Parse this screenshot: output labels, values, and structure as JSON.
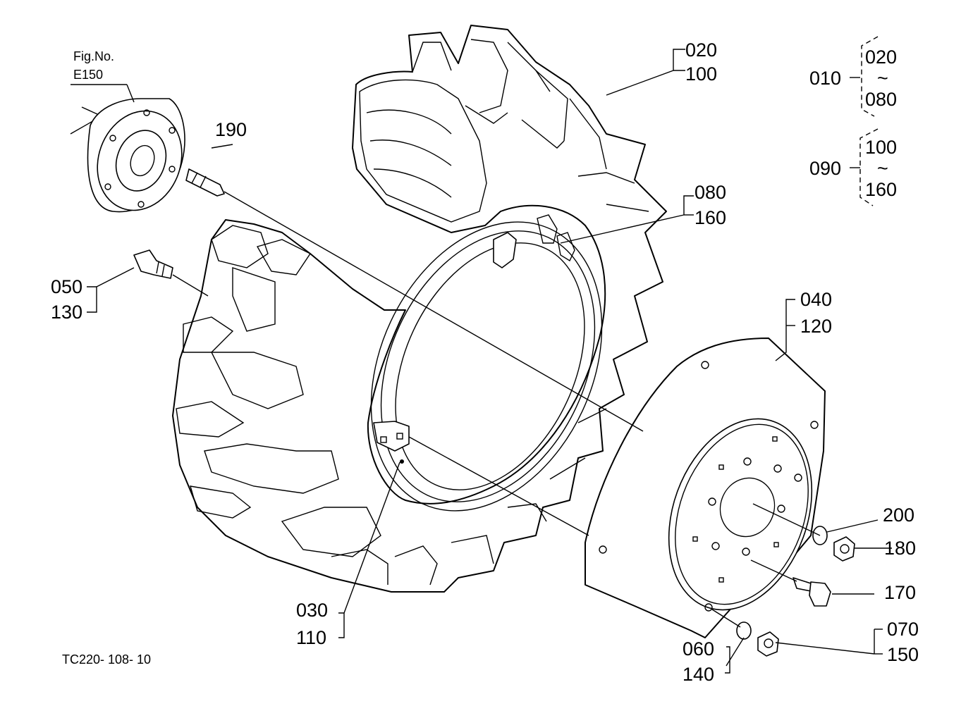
{
  "figure_ref": {
    "line1": "Fig.No.",
    "line2": "E150"
  },
  "drawing_code": "TC220- 108- 10",
  "callouts": {
    "c020": "020",
    "c100": "100",
    "c190": "190",
    "c080": "080",
    "c160": "160",
    "c050": "050",
    "c130": "130",
    "c040": "040",
    "c120": "120",
    "c200": "200",
    "c180": "180",
    "c170": "170",
    "c030": "030",
    "c110": "110",
    "c060": "060",
    "c140": "140",
    "c070": "070",
    "c150": "150"
  },
  "ranges": {
    "group1": {
      "code": "010",
      "from": "020",
      "tilde": "~",
      "to": "080"
    },
    "group2": {
      "code": "090",
      "from": "100",
      "tilde": "~",
      "to": "160"
    }
  },
  "icons": [
    "tire-icon",
    "wheel-rim-icon",
    "wheel-disc-icon",
    "axle-hub-icon",
    "stud-bolt-icon",
    "valve-icon",
    "bolt-icon",
    "nut-icon",
    "lock-washer-icon"
  ]
}
